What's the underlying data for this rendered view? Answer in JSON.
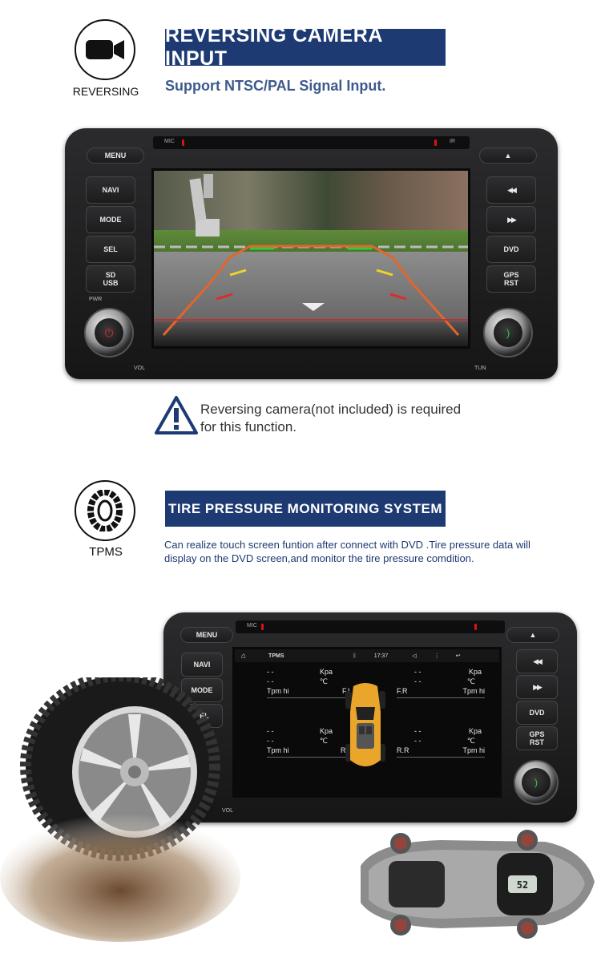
{
  "reversing": {
    "icon": "video-camera-icon",
    "caption": "REVERSING",
    "title": "REVERSING CAMERA INPUT",
    "subtitle": "Support NTSC/PAL Signal Input."
  },
  "unit1": {
    "menu": "MENU",
    "mic": "MIC",
    "ir": "IR",
    "eject": "▲",
    "left_buttons": [
      "NAVI",
      "MODE",
      "SEL",
      "SD\nUSB"
    ],
    "right_buttons": [
      "◀◀",
      "▶▶",
      "DVD",
      "GPS\nRST"
    ],
    "pwr": "PWR",
    "vol": "VOL",
    "tun": "TUN"
  },
  "warning": {
    "icon": "warning-triangle-icon",
    "line1": "Reversing camera(not included) is required",
    "line2": "for this function."
  },
  "tpms": {
    "icon": "tire-icon",
    "caption": "TPMS",
    "title": "TIRE PRESSURE MONITORING SYSTEM",
    "desc_line1": "Can realize touch screen funtion after connect with DVD .Tire pressure data will",
    "desc_line2": "display on the DVD screen,and monitor the tire pressure comdition."
  },
  "unit2": {
    "menu": "MENU",
    "mic": "MIC",
    "eject": "▲",
    "left_buttons": [
      "NAVI",
      "MODE",
      "SEL"
    ],
    "right_buttons": [
      "◀◀",
      "▶▶",
      "DVD",
      "GPS\nRST"
    ],
    "vol": "VOL",
    "screen": {
      "app_name": "TPMS",
      "time": "17:37",
      "cells": {
        "fl": {
          "dash1": "- -",
          "dash2": "- -",
          "kpa": "Kpa",
          "c": "℃",
          "tpm": "Tpm hi",
          "pos": "F.L"
        },
        "fr": {
          "dash1": "- -",
          "dash2": "- -",
          "kpa": "Kpa",
          "c": "℃",
          "tpm": "Tpm hi",
          "pos": "F.R"
        },
        "rl": {
          "dash1": "- -",
          "dash2": "- -",
          "kpa": "Kpa",
          "c": "℃",
          "tpm": "Tpm hi",
          "pos": "R.L"
        },
        "rr": {
          "dash1": "- -",
          "dash2": "- -",
          "kpa": "Kpa",
          "c": "℃",
          "tpm": "Tpm hi",
          "pos": "R.R"
        }
      }
    }
  },
  "car_display": "52",
  "colors": {
    "navy": "#1d3a73",
    "subtitle": "#3d5a8c",
    "car_yellow": "#e9a62a",
    "guide_orange": "#e2662a"
  }
}
